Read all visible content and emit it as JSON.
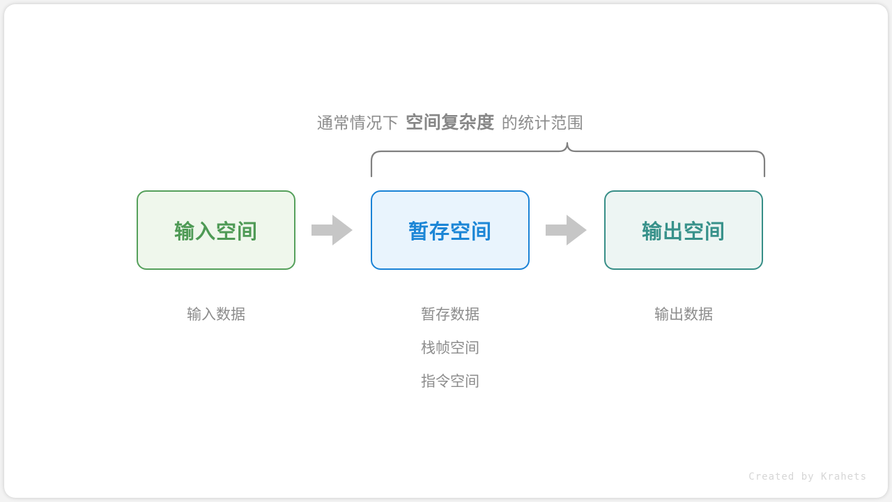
{
  "caption": {
    "prefix": "通常情况下",
    "emphasis": "空间复杂度",
    "suffix": "的统计范围"
  },
  "boxes": [
    {
      "label": "输入空间",
      "accent": "#4e9a55",
      "fill": "#eff7ec",
      "border": "#55a05b"
    },
    {
      "label": "暂存空间",
      "accent": "#1c86d6",
      "fill": "#e9f4fd",
      "border": "#1a82d6"
    },
    {
      "label": "输出空间",
      "accent": "#37918a",
      "fill": "#edf5f3",
      "border": "#378e87"
    }
  ],
  "arrows": [
    {
      "name": "arrow-input-to-temp",
      "color": "#c6c6c6"
    },
    {
      "name": "arrow-temp-to-output",
      "color": "#c6c6c6"
    }
  ],
  "captions": {
    "input": [
      "输入数据"
    ],
    "temp": [
      "暂存数据",
      "栈帧空间",
      "指令空间"
    ],
    "output": [
      "输出数据"
    ]
  },
  "brace": {
    "color": "#808080",
    "covers": [
      "暂存空间",
      "输出空间"
    ]
  },
  "watermark": "Created by Krahets",
  "theme": {
    "page_background": "#f3f3f3",
    "card_background": "#ffffff",
    "muted_text": "#8c8c8c"
  }
}
